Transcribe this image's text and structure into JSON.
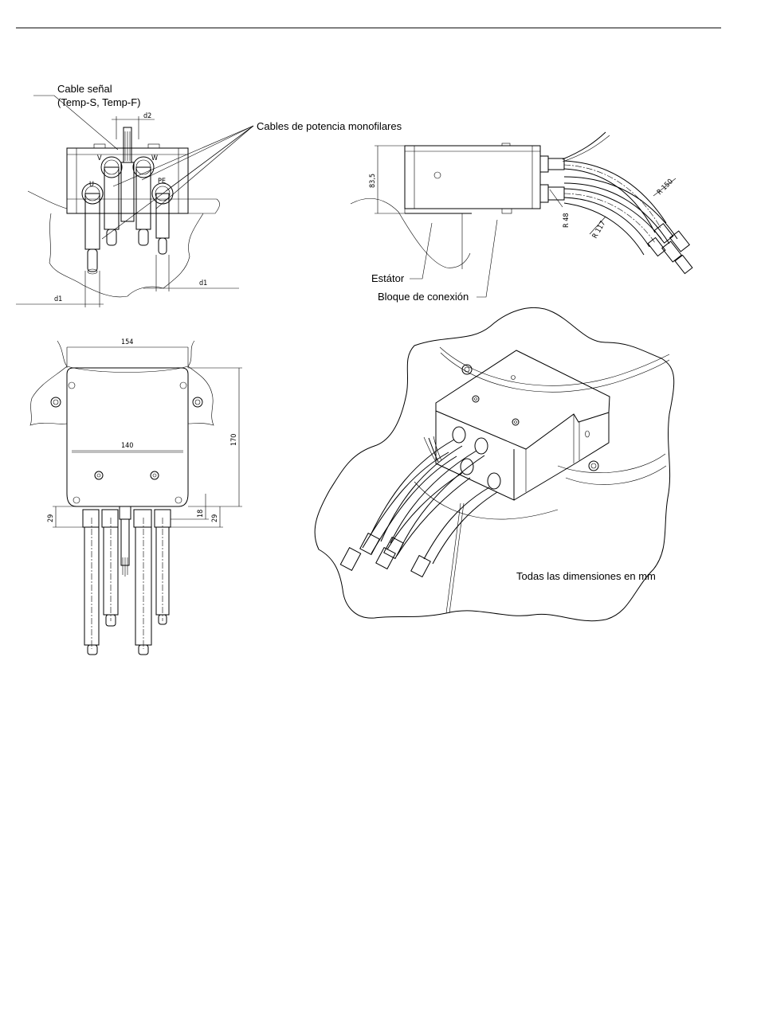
{
  "labels": {
    "cable_senal_line1": "Cable señal",
    "cable_senal_line2": "(Temp-S, Temp-F)",
    "cables_potencia": "Cables de potencia monofilares",
    "estator": "Estátor",
    "bloque_conexion": "Bloque de conexión",
    "todas_dimensiones": "Todas las dimensiones en mm"
  },
  "phase_labels": {
    "u": "U",
    "v": "V",
    "w": "W",
    "pe": "PE"
  },
  "dimensions": {
    "d2": "d2",
    "d1_right": "d1",
    "d1_left": "d1",
    "height_835": "83,5",
    "r150": "R 150",
    "r48": "R 48",
    "r117": "R 117",
    "w154": "154",
    "w140": "140",
    "h170": "170",
    "h29_left": "29",
    "h18": "18",
    "h29_right": "29"
  }
}
